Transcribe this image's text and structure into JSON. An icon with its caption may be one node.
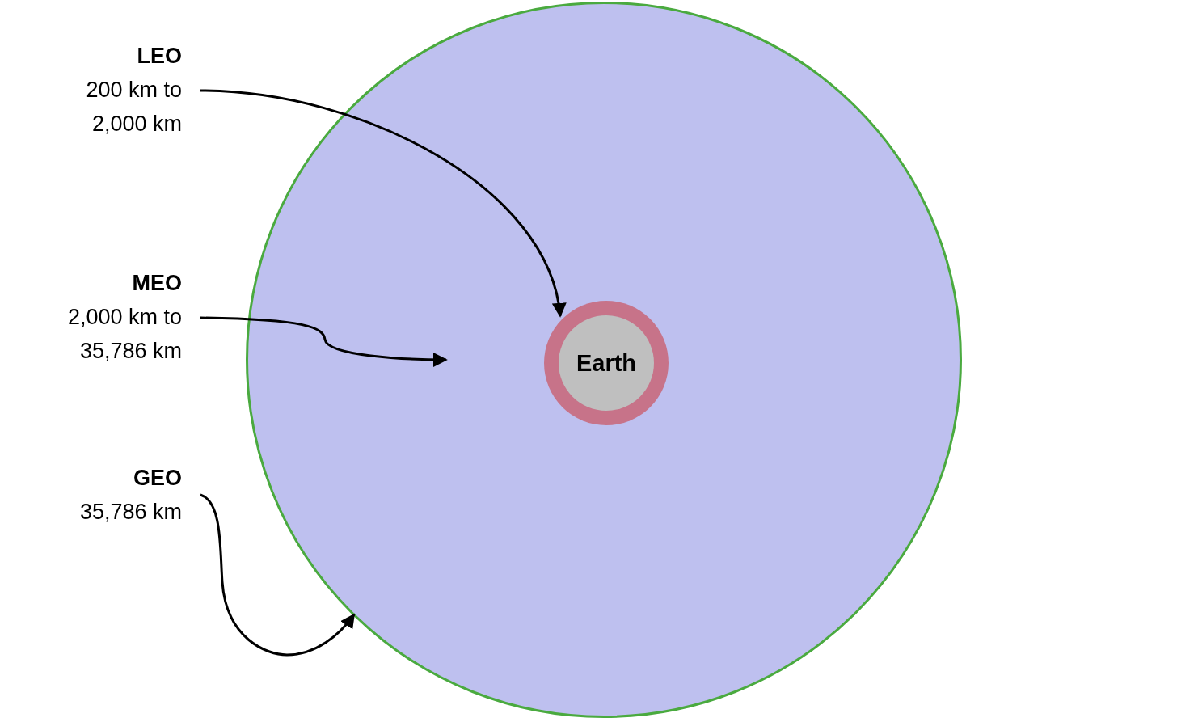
{
  "diagram": {
    "nodes": [
      {
        "text": [
          "LEO",
          "200 km to 2,000 km"
        ]
      },
      {
        "text": [
          "MEO",
          "2,000 km to 35,786 km"
        ]
      },
      {
        "text": [
          "GEO",
          "35,786 km"
        ]
      },
      {
        "text": [],
        "shape": "circle"
      },
      {
        "text": [],
        "shape": "circle",
        "in": 3
      },
      {
        "text": [
          "Earth"
        ],
        "in": 4
      }
    ],
    "edges": [
      {
        "from": 0,
        "to": 4,
        "arrow": "to"
      },
      {
        "from": 1,
        "to": null,
        "arrow": "to"
      },
      {
        "from": 2,
        "to": null,
        "arrow": "to"
      }
    ]
  }
}
